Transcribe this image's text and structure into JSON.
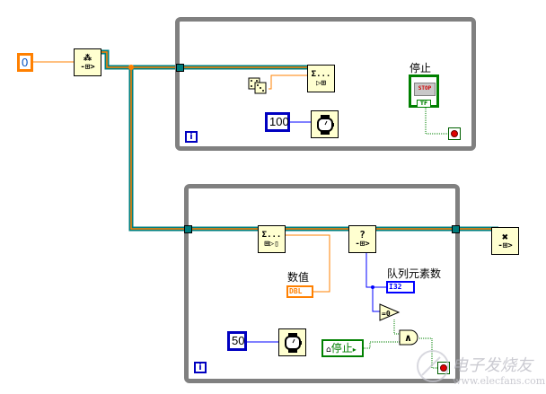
{
  "diagram": {
    "title": "LabVIEW queue producer-consumer block diagram",
    "colors": {
      "loop_border": "#808080",
      "queue_wire_outer": "#008080",
      "queue_wire_inner": "#ff8000",
      "numeric_int_wire": "#0000ff",
      "numeric_dbl_wire": "#ff8000",
      "boolean_wire": "#008000",
      "node_fill": "#ffffd0",
      "stop_red": "#e00000"
    },
    "constants": {
      "queue_size": "0",
      "producer_wait_ms": "100",
      "consumer_wait_ms": "50"
    },
    "nodes": {
      "obtain_queue": {
        "glyph_top": "⁂",
        "glyph_bottom": "-⊞>"
      },
      "enqueue": {
        "glyph_top": "Σ...",
        "glyph_bottom": "▷⊞"
      },
      "dequeue": {
        "glyph_top": "Σ...",
        "glyph_bottom": "⊞▷▯"
      },
      "get_queue_status": {
        "glyph_top": "?",
        "glyph_bottom": "-⊞>"
      },
      "release_queue": {
        "glyph_top": "✖",
        "glyph_bottom": "-⊞>"
      },
      "equal_zero": "=0",
      "and_gate": "∧"
    },
    "producer_loop": {
      "iteration_label": "i",
      "stop_label": "停止",
      "stop_button_text": "STOP",
      "stop_button_type": "TF"
    },
    "consumer_loop": {
      "iteration_label": "i",
      "value_indicator_label": "数值",
      "value_indicator_type": "DBL",
      "count_indicator_label": "队列元素数",
      "count_indicator_type": "I32",
      "stop_local_variable": "停止"
    },
    "watermark": {
      "brand": "电子发烧友",
      "url": "www.elecfans.com"
    }
  }
}
